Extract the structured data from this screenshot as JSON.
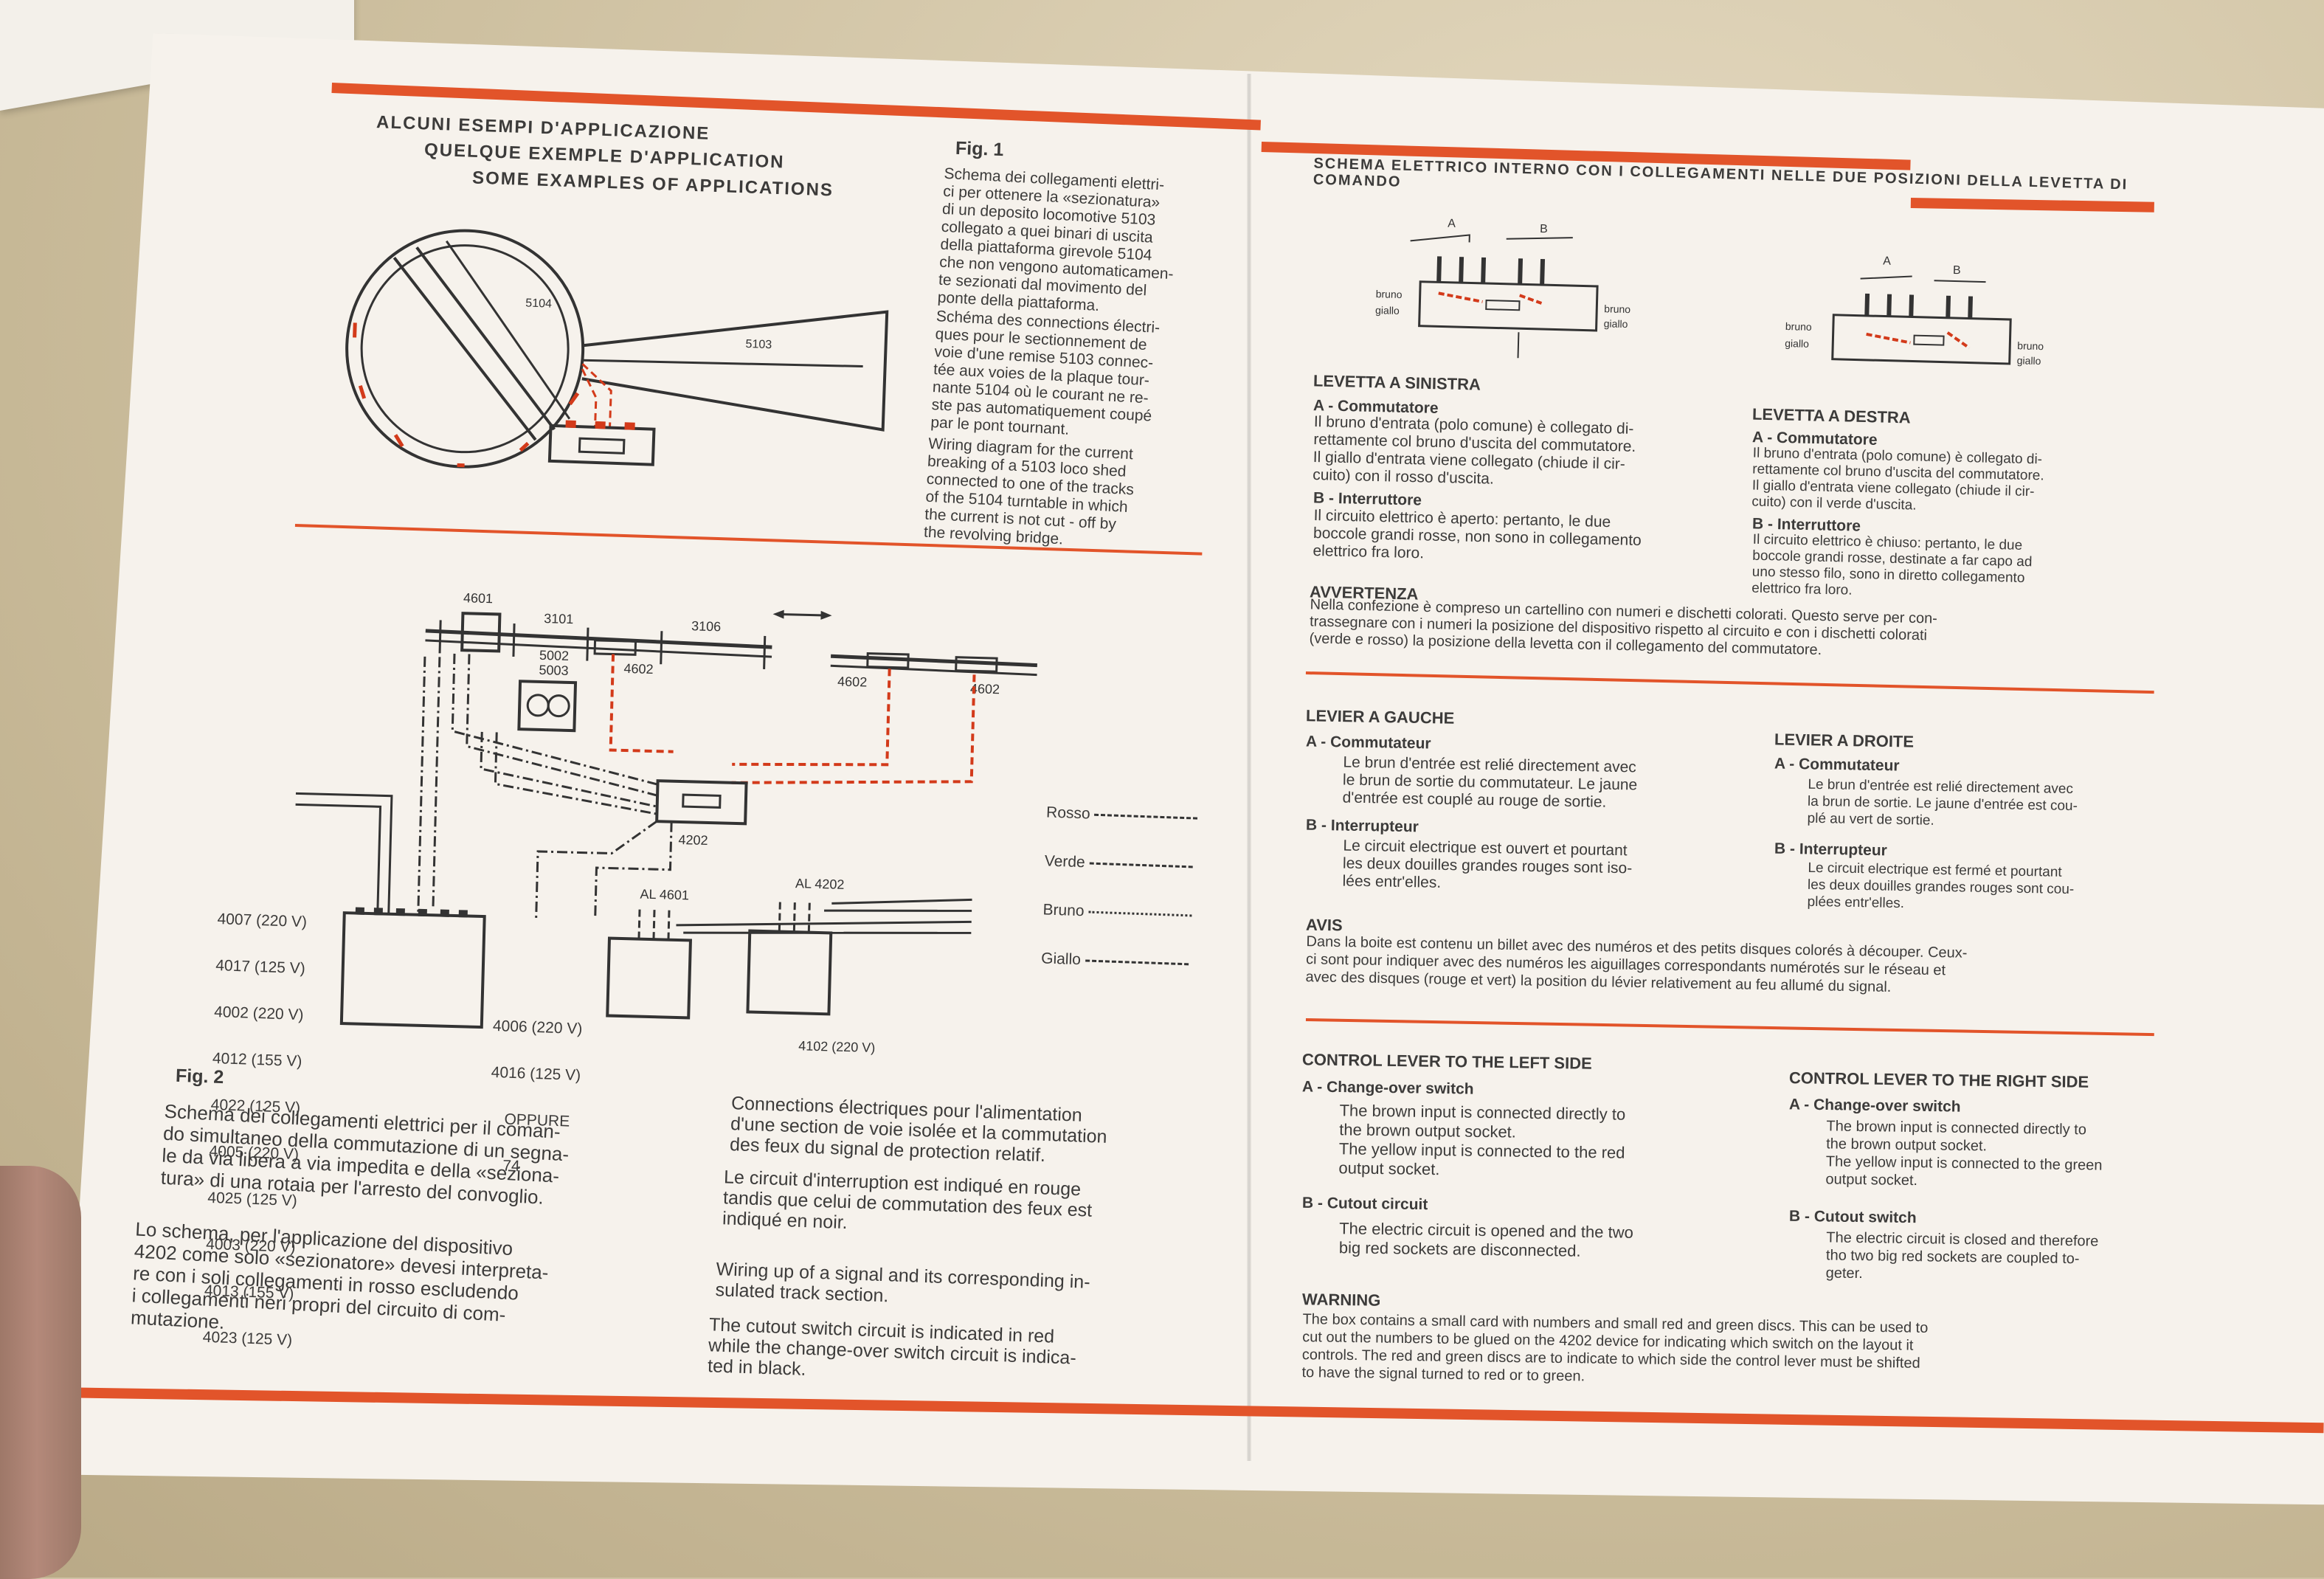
{
  "left_page": {
    "headings": [
      "ALCUNI ESEMPI D'APPLICAZIONE",
      "QUELQUE EXEMPLE D'APPLICATION",
      "SOME EXAMPLES OF APPLICATIONS"
    ],
    "fig1_label": "Fig. 1",
    "fig1_it": "Schema dei collegamenti elettri-\nci per ottenere la «sezionatura»\ndi un deposito locomotive 5103\ncollegato a quei binari di uscita\ndella piattaforma girevole 5104\nche non vengono automaticamen-\nte sezionati dal movimento del\nponte della piattaforma.",
    "fig1_fr": "Schéma des connections électri-\nques pour le sectionnement de\nvoie d'une remise 5103 connec-\ntée aux voies de la plaque tour-\nnante 5104 où le courant ne re-\nste pas automatiquement coupé\npar le pont tournant.",
    "fig1_en": "Wiring diagram for the current\nbreaking of a 5103 loco shed\nconnected to one of the tracks\nof the 5104 turntable in which\nthe current is not cut - off by\nthe revolving bridge.",
    "fig1_labels": {
      "turntable": "5104",
      "shed": "5103"
    },
    "fig2_labels": {
      "n4601": "4601",
      "n3101": "3101",
      "n3106": "3106",
      "n5002": "5002",
      "n5003": "5003",
      "n4602a": "4602",
      "n4602b": "4602",
      "n4602c": "4602",
      "n4202": "4202",
      "al4601": "AL 4601",
      "al4202": "AL 4202",
      "transformers": [
        "4007 (220 V)",
        "4017 (125 V)",
        "4002 (220 V)",
        "4012 (155 V)",
        "4022 (125 V)",
        "4005 (220 V)",
        "4025 (125 V)",
        "4003 (220 V)",
        "4013 (155 V)",
        "4023 (125 V)"
      ],
      "right_trans": [
        "4006 (220 V)",
        "4016 (125 V)",
        "OPPURE",
        "74"
      ],
      "n4102": "4102 (220 V)"
    },
    "legend": [
      "Rosso",
      "Verde",
      "Bruno",
      "Giallo"
    ],
    "fig2_label": "Fig. 2",
    "fig2_it_1": "Schema dei collegamenti elettrici per il coman-\ndo simultaneo della commutazione di un segna-\nle da via libera a via impedita e della «seziona-\ntura» di una rotaia per l'arresto del convoglio.",
    "fig2_it_2": "Lo schema, per l'applicazione del dispositivo\n4202 come solo «sezionatore» devesi interpreta-\nre con i soli collegamenti in rosso escludendo\ni collegamenti neri propri del circuito di com-\nmutazione.",
    "fig2_fr_1": "Connections électriques pour l'alimentation\nd'une section de voie isolée et la commutation\ndes feux du signal de protection relatif.",
    "fig2_fr_2": "Le circuit d'interruption est indiqué en rouge\ntandis que celui de commutation des feux est\nindiqué en noir.",
    "fig2_en_1": "Wiring up of a signal and its corresponding in-\nsulated track section.",
    "fig2_en_2": "The cutout switch circuit is indicated in red\nwhile the change-over switch circuit is indica-\nted in black."
  },
  "right_page": {
    "title": "SCHEMA ELETTRICO INTERNO CON I COLLEGAMENTI NELLE DUE POSIZIONI DELLA LEVETTA DI\nCOMANDO",
    "device_labels": {
      "a": "A",
      "b": "B",
      "bruno": "bruno",
      "giallo": "giallo"
    },
    "it_left_h": "LEVETTA A SINISTRA",
    "it_left_a": "A - Commutatore",
    "it_left_a_txt": "Il bruno d'entrata (polo comune) è collegato di-\nrettamente col bruno d'uscita del commutatore.\nIl giallo d'entrata viene collegato (chiude il cir-\ncuito) con il rosso d'uscita.",
    "it_left_b": "B - Interruttore",
    "it_left_b_txt": "Il circuito elettrico è aperto: pertanto, le due\nboccole grandi rosse, non sono in collegamento\nelettrico fra loro.",
    "it_right_h": "LEVETTA A DESTRA",
    "it_right_a": "A - Commutatore",
    "it_right_a_txt": "Il bruno d'entrata (polo comune) è collegato di-\nrettamente col bruno d'uscita del commutatore.\nIl giallo d'entrata viene collegato (chiude il cir-\ncuito) con il verde d'uscita.",
    "it_right_b": "B - Interruttore",
    "it_right_b_txt": "Il circuito elettrico è chiuso: pertanto, le due\nboccole grandi rosse, destinate a far capo ad\nuno stesso filo, sono in diretto collegamento\nelettrico fra loro.",
    "avvertenza_h": "AVVERTENZA",
    "avvertenza_txt": "Nella confezione è compreso un cartellino con numeri e dischetti colorati. Questo serve per con-\ntrassegnare con i numeri la posizione del dispositivo rispetto al circuito e con i dischetti colorati\n(verde e rosso) la posizione della levetta con il collegamento del commutatore.",
    "fr_left_h": "LEVIER A GAUCHE",
    "fr_left_a": "A - Commutateur",
    "fr_left_a_txt": "Le brun d'entrée est relié directement avec\nle brun de sortie du commutateur. Le jaune\nd'entrée est couplé au rouge de sortie.",
    "fr_left_b": "B - Interrupteur",
    "fr_left_b_txt": "Le circuit electrique est ouvert et pourtant\nles deux douilles grandes rouges sont iso-\nlées entr'elles.",
    "fr_right_h": "LEVIER A DROITE",
    "fr_right_a": "A - Commutateur",
    "fr_right_a_txt": "Le brun d'entrée est relié directement avec\nla brun de sortie. Le jaune d'entrée est cou-\nplé au vert de sortie.",
    "fr_right_b": "B - Interrupteur",
    "fr_right_b_txt": "Le circuit electrique est fermé et pourtant\nles deux douilles grandes rouges sont cou-\nplées entr'elles.",
    "avis_h": "AVIS",
    "avis_txt": "Dans la boite est contenu un billet avec des numéros et des petits disques colorés à découper. Ceux-\nci sont pour indiquer avec des numéros les aiguillages correspondants numérotés sur le réseau et\navec des disques (rouge et vert) la position du lévier relativement au feu allumé du signal.",
    "en_left_h": "CONTROL LEVER TO THE LEFT SIDE",
    "en_left_a": "A - Change-over switch",
    "en_left_a_txt": "The brown input is connected directly to\nthe brown output socket.\nThe yellow input is connected to the red\noutput socket.",
    "en_left_b": "B - Cutout circuit",
    "en_left_b_txt": "The electric circuit is opened and the two\nbig red sockets are disconnected.",
    "en_right_h": "CONTROL LEVER TO THE RIGHT SIDE",
    "en_right_a": "A - Change-over switch",
    "en_right_a_txt": "The brown input is connected directly to\nthe brown output socket.\nThe yellow input is connected to the green\noutput socket.",
    "en_right_b": "B - Cutout switch",
    "en_right_b_txt": "The electric circuit is closed and therefore\ntho two big red sockets are coupled to-\ngeter.",
    "warning_h": "WARNING",
    "warning_txt": "The box contains a small card with numbers and small red and green discs. This can be used to\ncut out the numbers to be glued on the 4202 device for indicating which switch on the layout it\ncontrols. The red and green discs are to indicate to which side the control lever must be shifted\nto have the signal turned to red or to green."
  },
  "colors": {
    "accent": "#e2542a",
    "paper": "#f6f2ec",
    "ink": "#3c3b3a"
  }
}
